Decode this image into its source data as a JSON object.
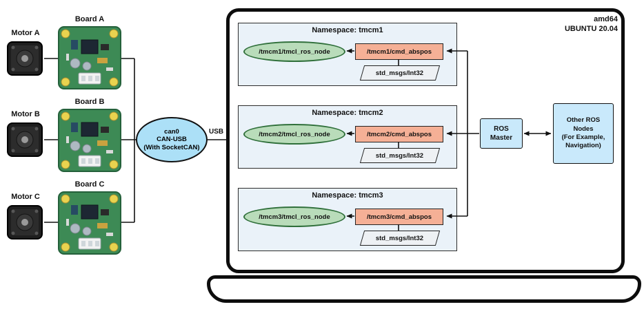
{
  "diagram": {
    "left_groups": [
      {
        "motor_label": "Motor A",
        "board_label": "Board A"
      },
      {
        "motor_label": "Motor B",
        "board_label": "Board B"
      },
      {
        "motor_label": "Motor C",
        "board_label": "Board C"
      }
    ],
    "can_adapter": "can0\nCAN-USB\n(With SocketCAN)",
    "usb_label": "USB",
    "platform": "amd64\nUBUNTU 20.04",
    "namespaces": [
      {
        "title": "Namespace: tmcm1",
        "node": "/tmcm1/tmcl_ros_node",
        "topic": "/tmcm1/cmd_abspos",
        "msg_type": "std_msgs/Int32"
      },
      {
        "title": "Namespace: tmcm2",
        "node": "/tmcm2/tmcl_ros_node",
        "topic": "/tmcm2/cmd_abspos",
        "msg_type": "std_msgs/Int32"
      },
      {
        "title": "Namespace: tmcm3",
        "node": "/tmcm3/tmcl_ros_node",
        "topic": "/tmcm3/cmd_abspos",
        "msg_type": "std_msgs/Int32"
      }
    ],
    "ros_master": "ROS\nMaster",
    "other_nodes": "Other ROS\nNodes\n(For Example,\nNavigation)",
    "colors": {
      "adapter_fill": "#ace0f7",
      "namespace_fill": "#eaf2f9",
      "node_fill": "#b9dcba",
      "node_border": "#2f6f3a",
      "topic_fill": "#f5b096",
      "msg_fill": "#eef1f4",
      "blue_box_fill": "#c9e9fb",
      "outline": "#111111"
    }
  }
}
